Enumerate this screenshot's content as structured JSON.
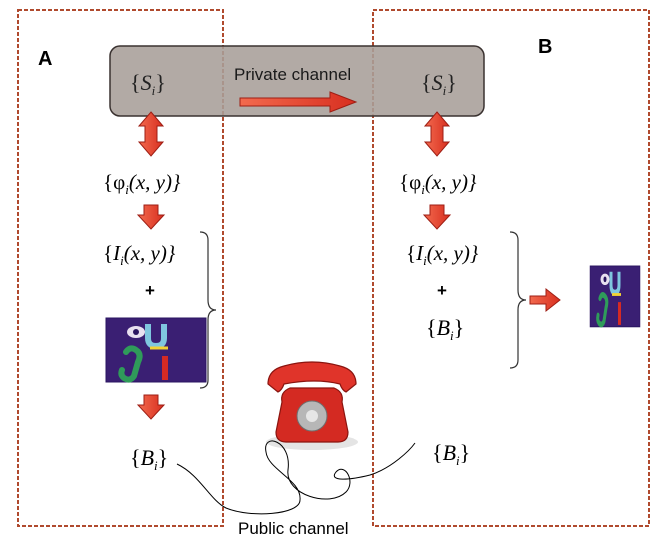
{
  "party_a": {
    "label": "A"
  },
  "party_b": {
    "label": "B"
  },
  "private_channel": {
    "label": "Private channel"
  },
  "public_channel": {
    "label": "Public channel"
  },
  "math": {
    "s_i": {
      "open": "{",
      "sym": "S",
      "sub": "i",
      "close": "}"
    },
    "phi": {
      "text": "{φ",
      "sub": "i",
      "args": "(x, y)}"
    },
    "intensity": {
      "open": "{",
      "sym": "I",
      "sub": "i",
      "args": "(x, y)}"
    },
    "b_i": {
      "open": "{",
      "sym": "B",
      "sub": "i",
      "close": "}"
    },
    "plus": "+"
  },
  "colors": {
    "box_border": "#b04a2e",
    "channel_fill": "#a79e98",
    "arrow_fill": "#e23a2a",
    "arrow_stroke": "#9e1e14",
    "phone": "#d42a22"
  },
  "icons": [
    "double-arrow-icon",
    "down-arrow-icon",
    "right-arrow-icon",
    "telephone-icon",
    "face-image"
  ]
}
